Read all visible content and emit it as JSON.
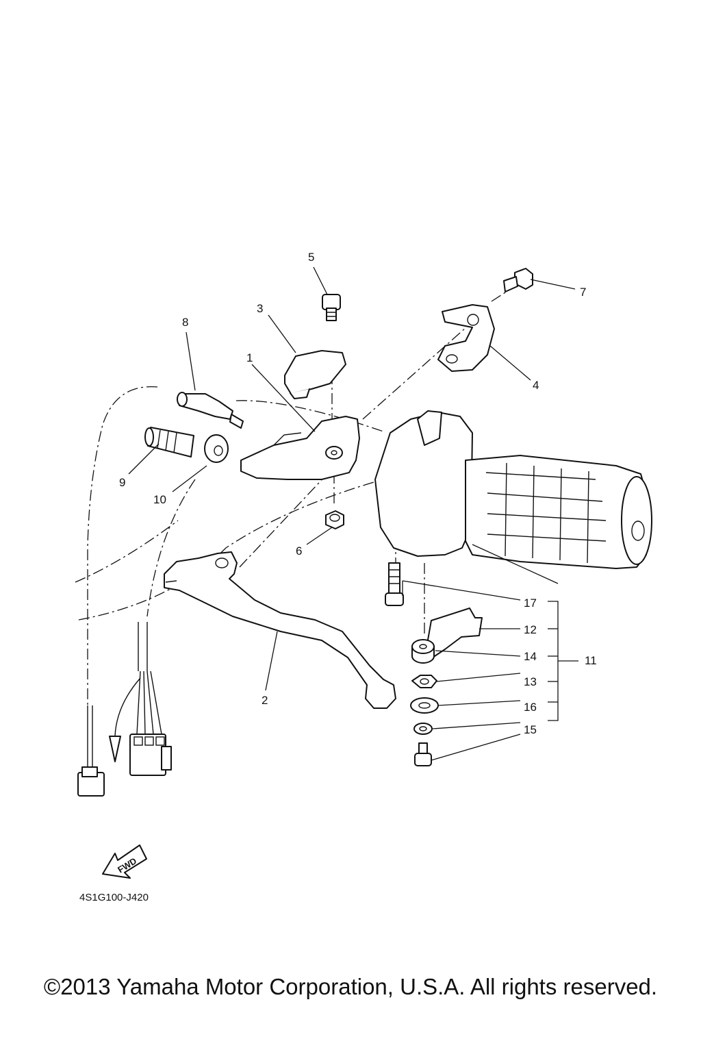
{
  "diagram": {
    "code": "4S1G100-J420",
    "fwd_label": "FWD",
    "callouts": [
      {
        "id": "c1",
        "label": "1"
      },
      {
        "id": "c2",
        "label": "2"
      },
      {
        "id": "c3",
        "label": "3"
      },
      {
        "id": "c4",
        "label": "4"
      },
      {
        "id": "c5",
        "label": "5"
      },
      {
        "id": "c6",
        "label": "6"
      },
      {
        "id": "c7",
        "label": "7"
      },
      {
        "id": "c8",
        "label": "8"
      },
      {
        "id": "c9",
        "label": "9"
      },
      {
        "id": "c10",
        "label": "10"
      },
      {
        "id": "c11",
        "label": "11"
      },
      {
        "id": "c12",
        "label": "12"
      },
      {
        "id": "c13",
        "label": "13"
      },
      {
        "id": "c14",
        "label": "14"
      },
      {
        "id": "c15",
        "label": "15"
      },
      {
        "id": "c16",
        "label": "16"
      },
      {
        "id": "c17",
        "label": "17"
      }
    ]
  },
  "footer": {
    "copyright": "©2013 Yamaha Motor Corporation, U.S.A. All rights reserved."
  }
}
